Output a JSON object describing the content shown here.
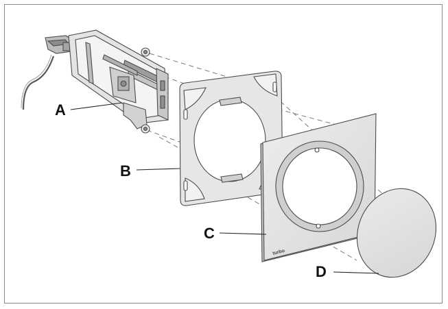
{
  "figure": {
    "callouts": {
      "a": "A",
      "b": "B",
      "c": "C",
      "d": "D"
    },
    "brand_mark": "turbo"
  },
  "colors": {
    "outline": "#555555",
    "plate_fill": "#e6e6e6",
    "cover_fill": "#e2e2e2",
    "frame_border": "#8a8a8a"
  }
}
